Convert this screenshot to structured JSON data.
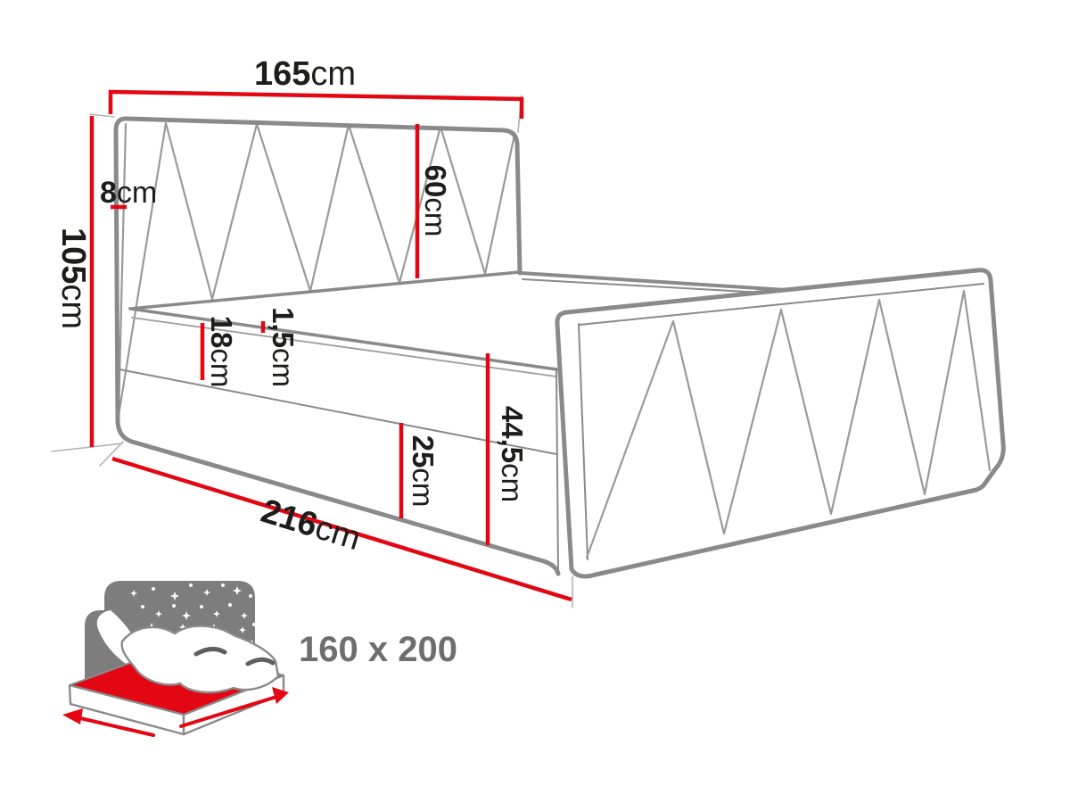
{
  "diagram": {
    "type": "bed-dimension-drawing",
    "dimensions": {
      "headboard_width": {
        "value": "165",
        "unit": "cm"
      },
      "total_height": {
        "value": "105",
        "unit": "cm"
      },
      "headboard_frame": {
        "value": "8",
        "unit": "cm"
      },
      "headboard_above_mattress": {
        "value": "60",
        "unit": "cm"
      },
      "mattress_height": {
        "value": "18",
        "unit": "cm"
      },
      "welt_gap": {
        "value": "1,5",
        "unit": "cm"
      },
      "base_height": {
        "value": "25",
        "unit": "cm"
      },
      "side_total_height": {
        "value": "44,5",
        "unit": "cm"
      },
      "bed_length": {
        "value": "216",
        "unit": "cm"
      }
    }
  },
  "icon": {
    "size_label": "160 x 200",
    "stars": [
      [
        150,
        665,
        4,
        "s"
      ],
      [
        172,
        660,
        2,
        "d"
      ],
      [
        196,
        668,
        5,
        "s"
      ],
      [
        214,
        656,
        2,
        "d"
      ],
      [
        232,
        664,
        4,
        "s"
      ],
      [
        250,
        656,
        2,
        "d"
      ],
      [
        266,
        662,
        5,
        "s"
      ],
      [
        281,
        668,
        2,
        "d"
      ],
      [
        160,
        680,
        2,
        "d"
      ],
      [
        178,
        688,
        4,
        "s"
      ],
      [
        195,
        679,
        2,
        "d"
      ],
      [
        209,
        690,
        5,
        "s"
      ],
      [
        226,
        680,
        2,
        "d"
      ],
      [
        243,
        688,
        4,
        "s"
      ],
      [
        258,
        678,
        2,
        "d"
      ],
      [
        274,
        690,
        4,
        "s"
      ],
      [
        285,
        700,
        2,
        "d"
      ],
      [
        170,
        703,
        5,
        "s"
      ],
      [
        188,
        710,
        2,
        "d"
      ],
      [
        205,
        703,
        4,
        "s"
      ],
      [
        222,
        712,
        2,
        "d"
      ],
      [
        240,
        704,
        5,
        "s"
      ],
      [
        257,
        712,
        2,
        "d"
      ],
      [
        272,
        706,
        4,
        "s"
      ],
      [
        180,
        725,
        4,
        "s"
      ],
      [
        198,
        733,
        2,
        "d"
      ],
      [
        216,
        726,
        5,
        "s"
      ],
      [
        235,
        734,
        2,
        "d"
      ],
      [
        252,
        727,
        4,
        "s"
      ],
      [
        268,
        734,
        2,
        "d"
      ],
      [
        282,
        720,
        2,
        "d"
      ],
      [
        190,
        748,
        2,
        "d"
      ],
      [
        208,
        752,
        4,
        "s"
      ],
      [
        230,
        748,
        2,
        "d"
      ],
      [
        248,
        754,
        4,
        "s"
      ],
      [
        266,
        750,
        2,
        "d"
      ],
      [
        163,
        741,
        4,
        "s"
      ],
      [
        176,
        757,
        2,
        "d"
      ]
    ]
  },
  "colors": {
    "dimension_red": "#e30613",
    "line_gray": "#8a8a8a",
    "zigzag_gray": "#9a9a9a",
    "thin_gray": "#b3b3b3",
    "text_dark": "#1d1d1b",
    "sky_gray": "#7d7d7d",
    "label_gray": "#6e6e6e",
    "icon_red": "#e30613"
  }
}
